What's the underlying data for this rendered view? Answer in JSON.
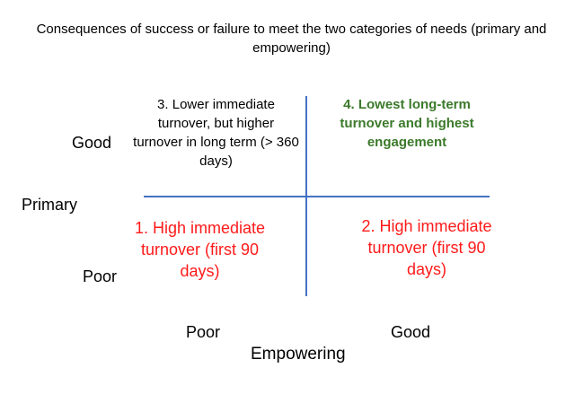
{
  "title": "Consequences of success or failure to meet the two categories of needs (primary and empowering)",
  "axes": {
    "y_label": "Primary",
    "y_good": "Good",
    "y_poor": "Poor",
    "x_label": "Empowering",
    "x_poor": "Poor",
    "x_good": "Good",
    "line_color": "#4472c4"
  },
  "quadrants": {
    "q3": "3. Lower immediate turnover, but higher turnover in long term (> 360 days)",
    "q4": "4. Lowest long-term turnover and highest engagement",
    "q1": "1. High immediate turnover (first 90 days)",
    "q2": "2. High immediate turnover (first 90 days)"
  },
  "colors": {
    "q4_text": "#3b7a2a",
    "q1_q2_text": "#ff1a1a"
  }
}
